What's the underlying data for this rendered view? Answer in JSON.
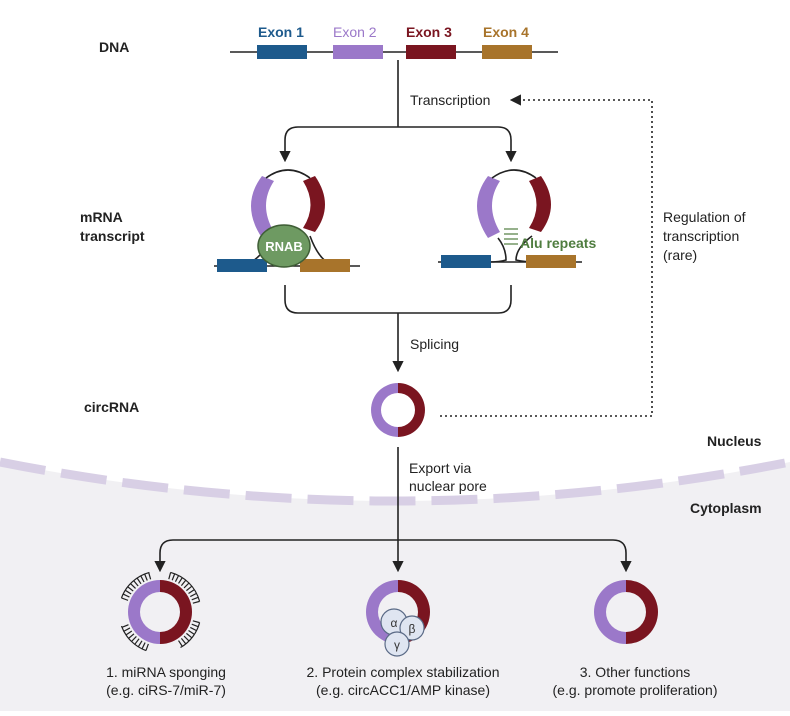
{
  "colors": {
    "exon1": "#1d5a8c",
    "exon2": "#9b78c9",
    "exon3": "#7a1520",
    "exon4": "#a8742b",
    "rnab_fill": "#6e9a62",
    "alu_text": "#4f7d3f",
    "membrane": "#d9cfe6",
    "cytoplasm": "#f0eff2"
  },
  "labels": {
    "dna": "DNA",
    "mrna_line1": "mRNA",
    "mrna_line2": "transcript",
    "circrna": "circRNA",
    "nucleus": "Nucleus",
    "cytoplasm": "Cytoplasm"
  },
  "exons": [
    "Exon 1",
    "Exon 2",
    "Exon 3",
    "Exon 4"
  ],
  "steps": {
    "transcription": "Transcription",
    "splicing": "Splicing",
    "export_line1": "Export via",
    "export_line2": "nuclear pore",
    "regulation_line1": "Regulation of",
    "regulation_line2": "transcription",
    "regulation_line3": "(rare)"
  },
  "mechanisms": {
    "rnab": "RNAB",
    "alu": "Alu repeats"
  },
  "functions": [
    {
      "title": "1. miRNA sponging",
      "example": "(e.g. ciRS-7/miR-7)"
    },
    {
      "title": "2. Protein complex  stabilization",
      "example": "(e.g. circACC1/AMP kinase)"
    },
    {
      "title": "3. Other functions",
      "example": "(e.g. promote proliferation)"
    }
  ],
  "protein_subunits": [
    "α",
    "β",
    "γ"
  ]
}
